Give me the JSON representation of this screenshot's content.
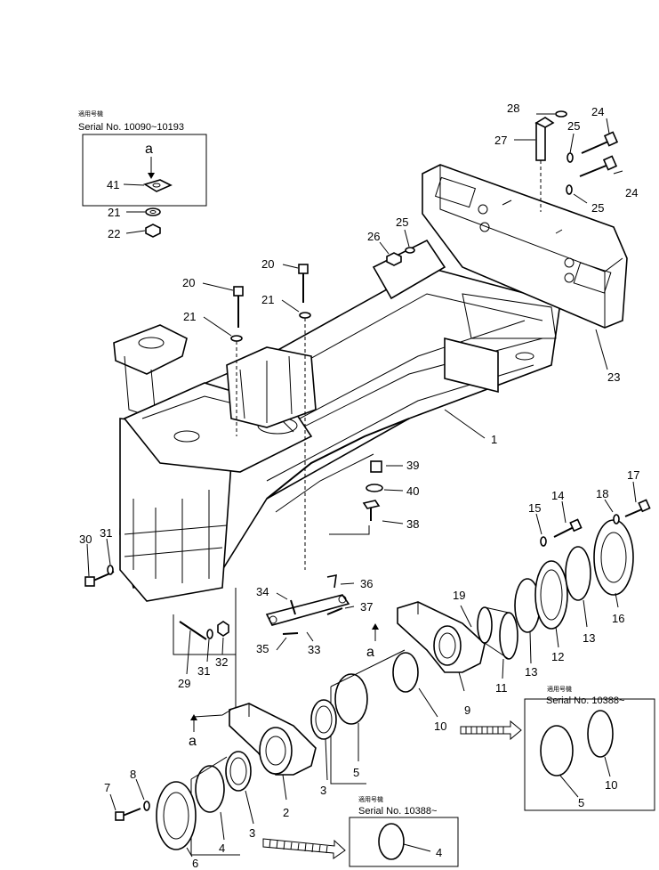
{
  "insets": {
    "top": {
      "note": "適用号機",
      "serial": "Serial No. 10090~10193",
      "view": "a"
    },
    "bottom": {
      "note": "適用号機",
      "serial": "Serial No. 10388~"
    },
    "right": {
      "note": "適用号機",
      "serial": "Serial No. 10388~"
    }
  },
  "view_letters": {
    "a1": "a",
    "a2": "a"
  },
  "callouts": {
    "c1": "1",
    "c2": "2",
    "c3": "3",
    "c3b": "3",
    "c4": "4",
    "c4b": "4",
    "c5": "5",
    "c5b": "5",
    "c6": "6",
    "c7": "7",
    "c8": "8",
    "c9": "9",
    "c10": "10",
    "c10b": "10",
    "c11": "11",
    "c12": "12",
    "c13": "13",
    "c13b": "13",
    "c14": "14",
    "c15": "15",
    "c16": "16",
    "c17": "17",
    "c18": "18",
    "c19": "19",
    "c20": "20",
    "c20b": "20",
    "c21": "21",
    "c21b": "21",
    "c21c": "21",
    "c22": "22",
    "c23": "23",
    "c24": "24",
    "c24b": "24",
    "c25": "25",
    "c25b": "25",
    "c25c": "25",
    "c26": "26",
    "c27": "27",
    "c28": "28",
    "c29": "29",
    "c30": "30",
    "c31": "31",
    "c31b": "31",
    "c32": "32",
    "c33": "33",
    "c34": "34",
    "c35": "35",
    "c36": "36",
    "c37": "37",
    "c38": "38",
    "c39": "39",
    "c40": "40",
    "c41": "41"
  }
}
